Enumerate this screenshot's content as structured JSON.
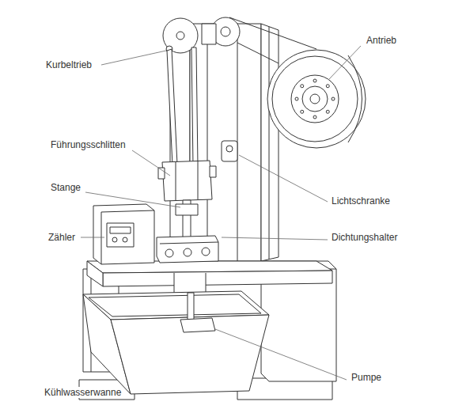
{
  "diagram": {
    "labels": [
      "Kurbeltrieb",
      "Antrieb",
      "Führungsschlitten",
      "Stange",
      "Lichtschranke",
      "Zähler",
      "Dichtungshalter",
      "Pumpe",
      "Kühlwasserwanne"
    ]
  }
}
